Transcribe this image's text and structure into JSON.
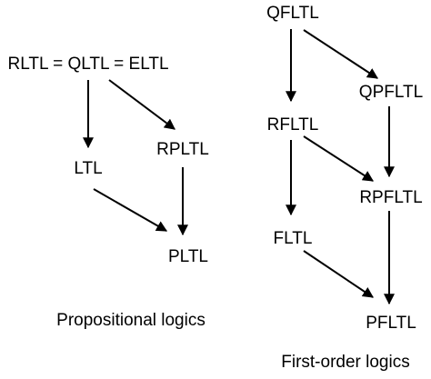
{
  "propositional": {
    "caption": "Propositional logics",
    "nodes": {
      "rltl_qltl_eltl": "RLTL = QLTL = ELTL",
      "ltl": "LTL",
      "rpltl": "RPLTL",
      "pltl": "PLTL"
    }
  },
  "first_order": {
    "caption": "First-order logics",
    "nodes": {
      "qfltl": "QFLTL",
      "qpfltl": "QPFLTL",
      "rfltl": "RFLTL",
      "rpfltl": "RPFLTL",
      "fltl": "FLTL",
      "pfltl": "PFLTL"
    }
  },
  "edges": [
    {
      "from": "rltl_qltl_eltl",
      "to": "ltl"
    },
    {
      "from": "rltl_qltl_eltl",
      "to": "rpltl"
    },
    {
      "from": "rpltl",
      "to": "pltl"
    },
    {
      "from": "ltl",
      "to": "pltl"
    },
    {
      "from": "qfltl",
      "to": "rfltl"
    },
    {
      "from": "qfltl",
      "to": "qpfltl"
    },
    {
      "from": "qpfltl",
      "to": "rpfltl"
    },
    {
      "from": "rfltl",
      "to": "rpfltl"
    },
    {
      "from": "rfltl",
      "to": "fltl"
    },
    {
      "from": "rpfltl",
      "to": "pfltl"
    },
    {
      "from": "fltl",
      "to": "pfltl"
    }
  ]
}
